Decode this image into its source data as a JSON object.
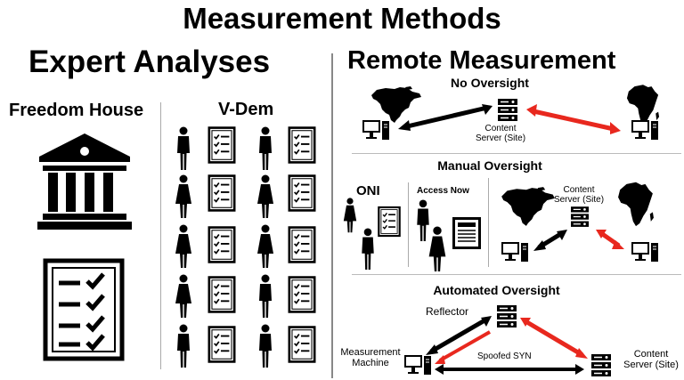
{
  "slide": {
    "title": "Measurement Methods",
    "left_heading": "Expert Analyses",
    "right_heading": "Remote Measurement"
  },
  "expert": {
    "freedom_house": "Freedom House",
    "vdem": "V-Dem"
  },
  "no_oversight": {
    "title": "No Oversight",
    "server_label_1": "Content",
    "server_label_2": "Server (Site)"
  },
  "manual_oversight": {
    "title": "Manual Oversight",
    "oni": "ONI",
    "access_now": "Access Now",
    "server_label_1": "Content",
    "server_label_2": "Server (Site)"
  },
  "automated_oversight": {
    "title": "Automated Oversight",
    "reflector": "Reflector",
    "measurement_1": "Measurement",
    "measurement_2": "Machine",
    "spoofed": "Spoofed SYN",
    "content_1": "Content",
    "content_2": "Server (Site)"
  },
  "colors": {
    "red_arrow": "#e8281e",
    "black": "#000000"
  },
  "icons": [
    "bank-icon",
    "checklist-icon",
    "person-icon",
    "server-icon",
    "computer-icon",
    "north-america-map-icon",
    "africa-map-icon",
    "newspaper-icon"
  ]
}
